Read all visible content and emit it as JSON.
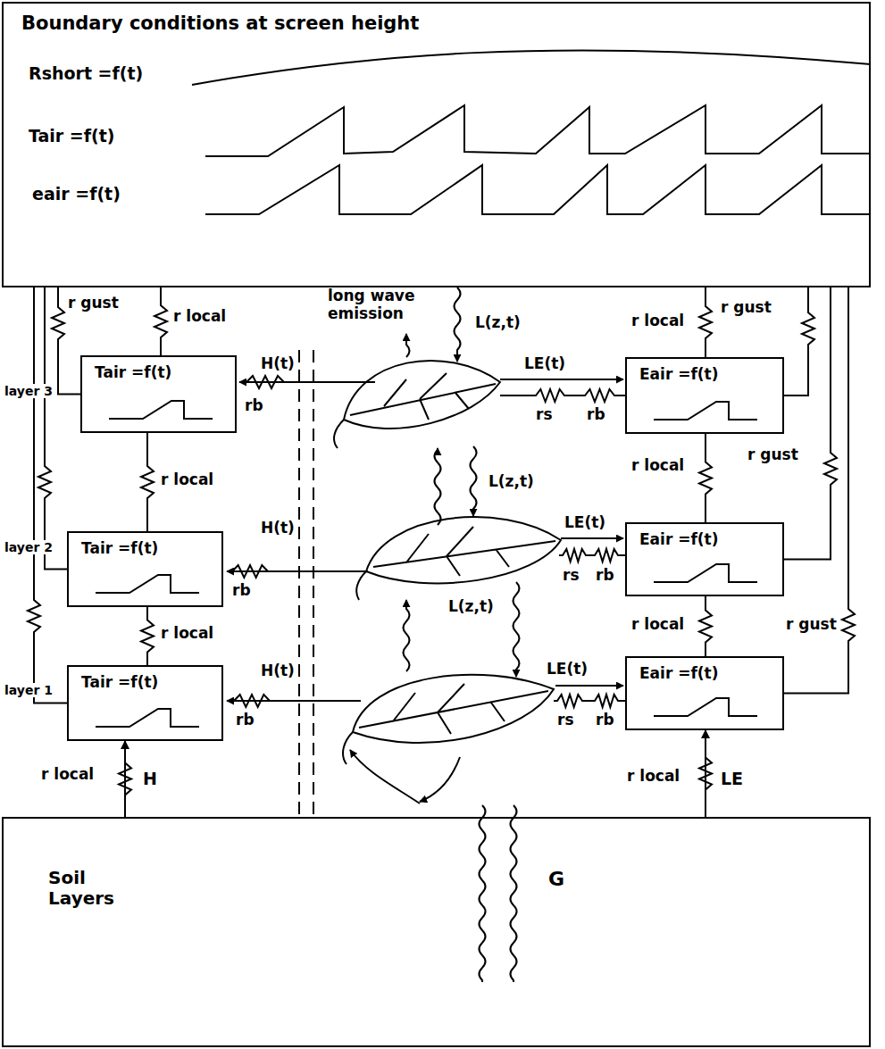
{
  "diagram": {
    "nodes": [
      {
        "text": [
          "Boundary conditions at screen height",
          "Rshort =f(t)",
          "Tair =f(t)",
          "eair =f(t)"
        ]
      },
      {
        "text": [
          "Tair =f(t)"
        ]
      },
      {
        "text": [
          "Tair =f(t)"
        ]
      },
      {
        "text": [
          "Tair =f(t)"
        ]
      },
      {
        "text": [
          "Eair =f(t)"
        ]
      },
      {
        "text": [
          "Eair =f(t)"
        ]
      },
      {
        "text": [
          "Eair =f(t)"
        ]
      },
      {
        "text": [
          "Soil Layers",
          "G"
        ]
      }
    ],
    "edges": [
      {
        "from": 0,
        "to": 1,
        "arrow": "none",
        "label": "r local"
      },
      {
        "from": 0,
        "to": 1,
        "arrow": "none",
        "label": "r gust"
      },
      {
        "from": 0,
        "to": 2,
        "arrow": "none"
      },
      {
        "from": 0,
        "to": 3,
        "arrow": "none"
      },
      {
        "from": 1,
        "to": 2,
        "arrow": "none",
        "label": "r local"
      },
      {
        "from": 2,
        "to": 3,
        "arrow": "none",
        "label": "r local"
      },
      {
        "from": 7,
        "to": 3,
        "arrow": "to",
        "label": "r local"
      },
      {
        "from": 0,
        "to": 4,
        "arrow": "none",
        "label": "r local"
      },
      {
        "from": 0,
        "to": 4,
        "arrow": "none",
        "label": "r gust"
      },
      {
        "from": 0,
        "to": 5,
        "arrow": "none",
        "label": "r gust"
      },
      {
        "from": 0,
        "to": 6,
        "arrow": "none",
        "label": "r gust"
      },
      {
        "from": 4,
        "to": 5,
        "arrow": "none",
        "label": "r local"
      },
      {
        "from": 5,
        "to": 6,
        "arrow": "none",
        "label": "r local"
      },
      {
        "from": 7,
        "to": 6,
        "arrow": "to",
        "label": "r local"
      }
    ],
    "labels": [
      "layer 3",
      "layer 2",
      "layer 1",
      "long wave emission",
      "L(z,t)",
      "L(z,t)",
      "L(z,t)",
      "H(t)",
      "H(t)",
      "H(t)",
      "LE(t)",
      "LE(t)",
      "LE(t)",
      "rb",
      "rb",
      "rb",
      "rs",
      "rb",
      "rs",
      "rb",
      "rs",
      "rb",
      "H",
      "LE"
    ]
  }
}
